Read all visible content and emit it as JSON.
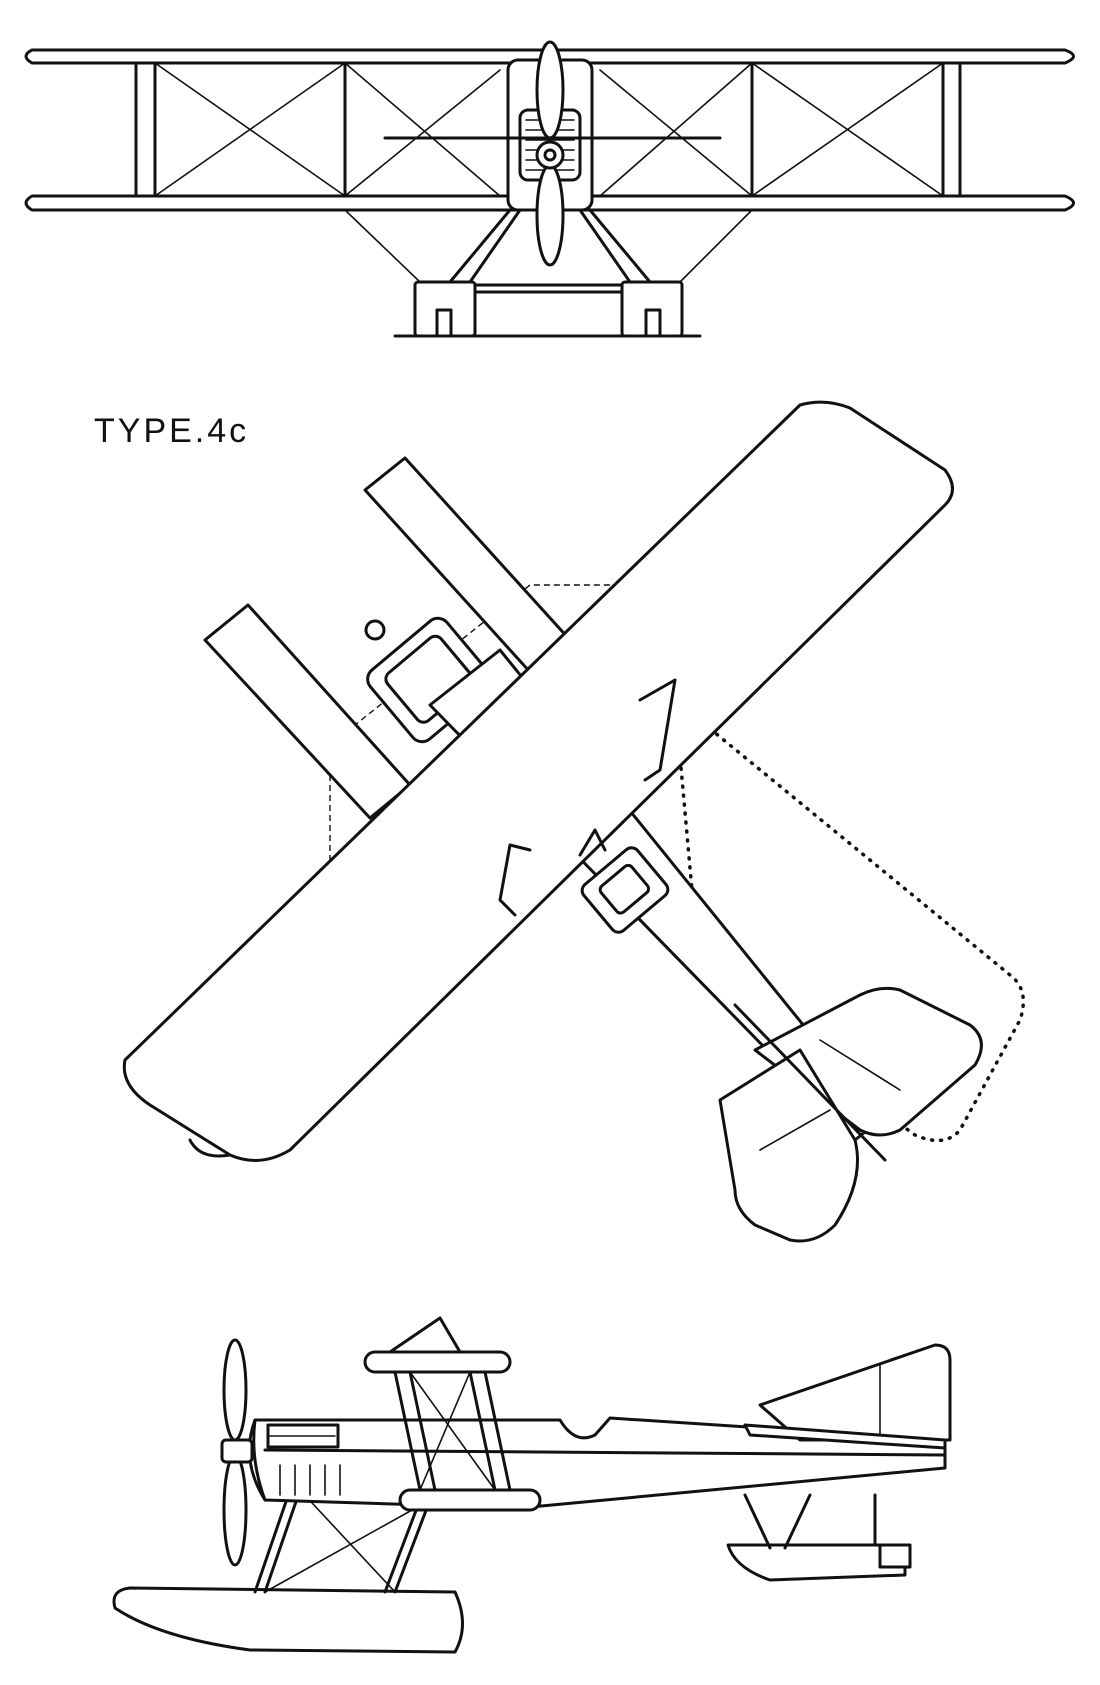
{
  "drawing": {
    "type_label": "TYPE.4c",
    "ink_color": "#111111",
    "paper_color": "#ffffff",
    "views": [
      "front-view",
      "plan-view",
      "side-view"
    ]
  }
}
